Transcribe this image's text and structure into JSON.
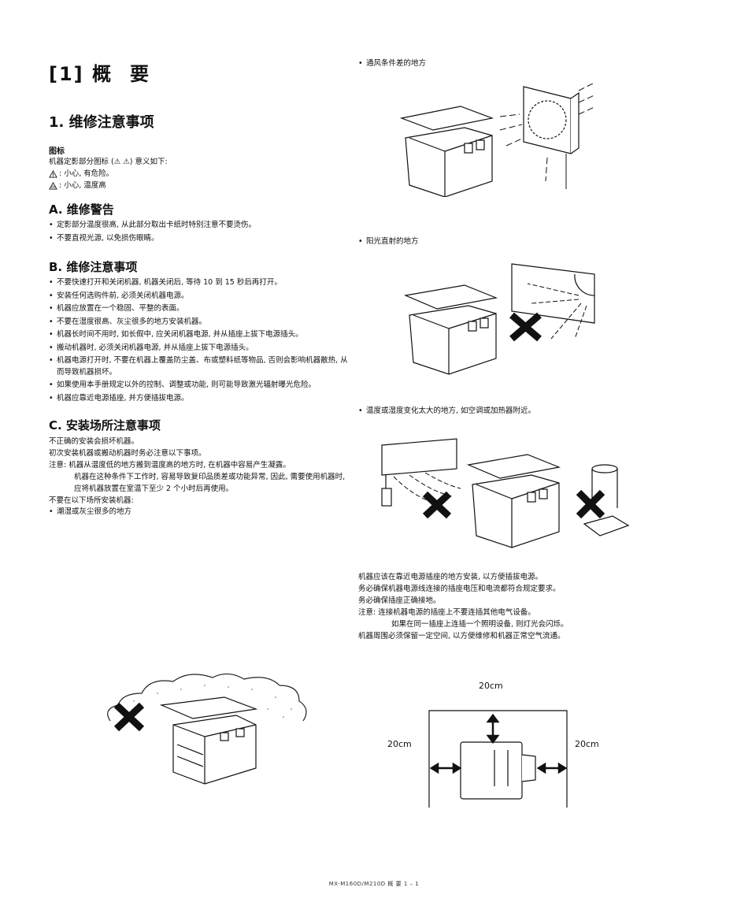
{
  "chapter": {
    "number": "[1]",
    "title_a": "概",
    "title_b": "要"
  },
  "section": {
    "title": "1. 维修注意事项"
  },
  "icons": {
    "heading": "图标",
    "intro": "机器定影部分图标 (⚠ ⚠) 意义如下:",
    "items": [
      {
        "icon": "warning-triangle-icon",
        "text": ": 小心, 有危险。"
      },
      {
        "icon": "hot-surface-triangle-icon",
        "text": ": 小心, 温度高"
      }
    ]
  },
  "sectionA": {
    "title": "A. 维修警告",
    "items": [
      "定影部分温度很高, 从此部分取出卡纸时特别注意不要烫伤。",
      "不要直视光源, 以免损伤眼睛。"
    ]
  },
  "sectionB": {
    "title": "B. 维修注意事项",
    "items": [
      "不要快速打开和关闭机器, 机器关闭后, 等待 10 到 15 秒后再打开。",
      "安装任何选购件前, 必须关闭机器电源。",
      "机器应放置在一个稳固、平整的表面。",
      "不要在湿度很高、灰尘很多的地方安装机器。",
      "机器长时间不用时, 如长假中, 应关闭机器电源, 并从插座上拔下电源插头。",
      "搬动机器时, 必须关闭机器电源, 并从插座上拔下电源插头。",
      "机器电源打开时, 不要在机器上覆盖防尘盖、布或塑料纸等物品, 否则会影响机器散热, 从而导致机器损坏。",
      "如果使用本手册规定以外的控制、调整或功能, 则可能导致激光辐射曝光危险。",
      "机器应靠近电源插座, 并方便插拔电源。"
    ]
  },
  "sectionC": {
    "title": "C. 安装场所注意事项",
    "line1": "不正确的安装会损坏机器。",
    "line2": "初次安装机器或搬动机器时务必注意以下事项。",
    "note_label": "注意:",
    "note_text": "机器从温度低的地方搬到温度高的地方时, 在机器中容易产生凝露。",
    "note_cont": "机器在这种条件下工作时, 容易导致复印品质差或功能异常, 因此, 需要使用机器时, 应将机器放置在室温下至少 2 个小时后再使用。",
    "avoid_intro": "不要在以下场所安装机器:",
    "avoid_items": [
      "潮湿或灰尘很多的地方"
    ]
  },
  "right": {
    "ventilation": "通风条件差的地方",
    "sunlight": "阳光直射的地方",
    "temperature": "温度或湿度变化太大的地方, 如空调或加热器附近。",
    "power": [
      "机器应该在靠近电源插座的地方安装, 以方便插拔电源。",
      "务必确保机器电源线连接的插座电压和电流都符合规定要求。",
      "务必确保插座正确接地。"
    ],
    "note_label": "注意:",
    "note_text": "连接机器电源的插座上不要连插其他电气设备。",
    "note_cont": "如果在同一插座上连插一个照明设备, 则灯光会闪烁。",
    "space": "机器周围必须保留一定空间, 以方便维修和机器正常空气流通。",
    "clearance": {
      "top": "20cm",
      "left": "20cm",
      "right": "20cm"
    }
  },
  "footer": {
    "text": "MX-M160D/M210D  概  要  1 – 1"
  }
}
